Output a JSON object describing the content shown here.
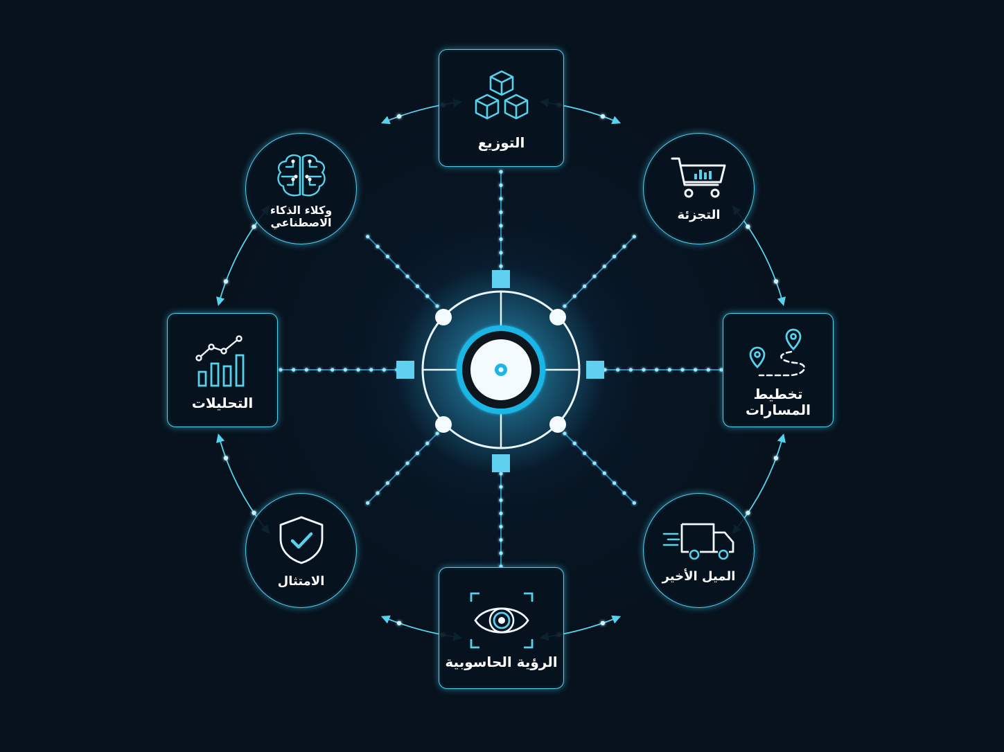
{
  "colors": {
    "background": "#07121d",
    "accent": "#57d2ec",
    "accent_bright": "#7fe6ff",
    "hub_ring": "#1fb6e6",
    "hub_core": "#ffffff",
    "label_text": "#ffffff"
  },
  "hub": {
    "icon": "central-eye-hub-icon"
  },
  "nodes": {
    "distribution": {
      "label": "التوزيع",
      "icon": "cubes-icon"
    },
    "retail": {
      "label": "التجزئة",
      "icon": "shopping-cart-icon"
    },
    "route_planning": {
      "label": "تخطيط المسارات",
      "icon": "route-pins-icon"
    },
    "last_mile": {
      "label": "الميل الأخير",
      "icon": "delivery-truck-icon"
    },
    "computer_vision": {
      "label": "الرؤية الحاسوبية",
      "icon": "eye-scan-icon"
    },
    "compliance": {
      "label": "الامتثال",
      "icon": "shield-check-icon"
    },
    "analytics": {
      "label": "التحليلات",
      "icon": "bar-chart-icon"
    },
    "ai_agents": {
      "label": "وكلاء الذكاء\nالاصطناعي",
      "icon": "brain-circuit-icon"
    }
  }
}
